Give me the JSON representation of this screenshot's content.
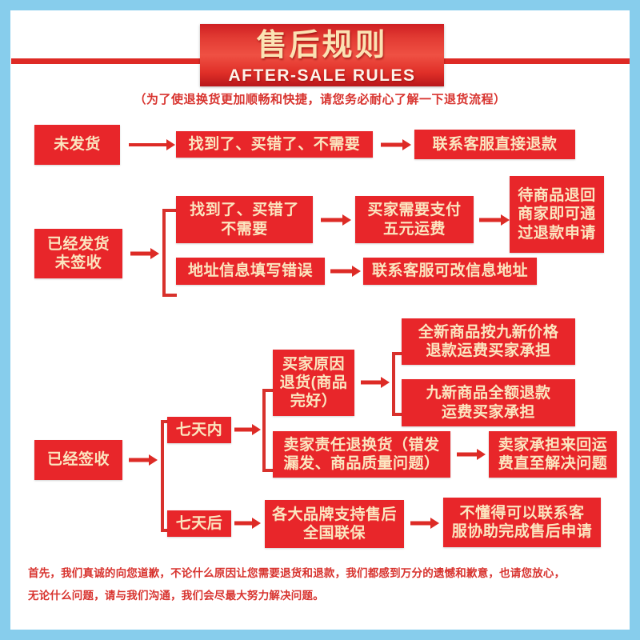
{
  "header": {
    "title_cn": "售后规则",
    "title_en": "AFTER-SALE RULES",
    "subnote": "（为了使退换货更加顺畅和快捷，请您务必耐心了解一下退货流程）"
  },
  "colors": {
    "frame": "#87cdec",
    "box_red": "#e8262a",
    "line_red": "#d8312c",
    "text_cream": "#fbe6c0",
    "text_red": "#d8342f"
  },
  "flow": {
    "row1": {
      "start": "未发货",
      "step2": "找到了、买错了、不需要",
      "step3": "联系客服直接退款"
    },
    "row2": {
      "start": "已经发货\n未签收",
      "start_line1": "已经发货",
      "start_line2": "未签收",
      "branch_a": "找到了、买错了\n不需要",
      "branch_a_line1": "找到了、买错了",
      "branch_a_line2": "不需要",
      "branch_a_next": "买家需要支付\n五元运费",
      "branch_a_next_line1": "买家需要支付",
      "branch_a_next_line2": "五元运费",
      "branch_a_end_line1": "待商品退回",
      "branch_a_end_line2": "商家即可通",
      "branch_a_end_line3": "过退款申请",
      "branch_b": "地址信息填写错误",
      "branch_b_next": "联系客服可改信息地址"
    },
    "row3": {
      "start": "已经签收",
      "within7": "七天内",
      "after7": "七天后",
      "buyer_reason_line1": "买家原因",
      "buyer_reason_line2": "退货(商品",
      "buyer_reason_line3": "完好）",
      "result_new_line1": "全新商品按九新价格",
      "result_new_line2": "退款运费买家承担",
      "result_nine_line1": "九新商品全额退款",
      "result_nine_line2": "运费买家承担",
      "seller_reason_line1": "卖家责任退换货（错发",
      "seller_reason_line2": "漏发、商品质量问题）",
      "seller_result_line1": "卖家承担来回运",
      "seller_result_line2": "费直至解决问题",
      "brand_line1": "各大品牌支持售后",
      "brand_line2": "全国联保",
      "brand_result_line1": "不懂得可以联系客",
      "brand_result_line2": "服协助完成售后申请"
    }
  },
  "footer": {
    "line1": "首先，我们真诚的向您道歉，不论什么原因让您需要退货和退款，我们都感到万分的遗憾和歉意，也请您放心，",
    "line2": "无论什么问题，请与我们沟通，我们会尽最大努力解决问题。"
  }
}
